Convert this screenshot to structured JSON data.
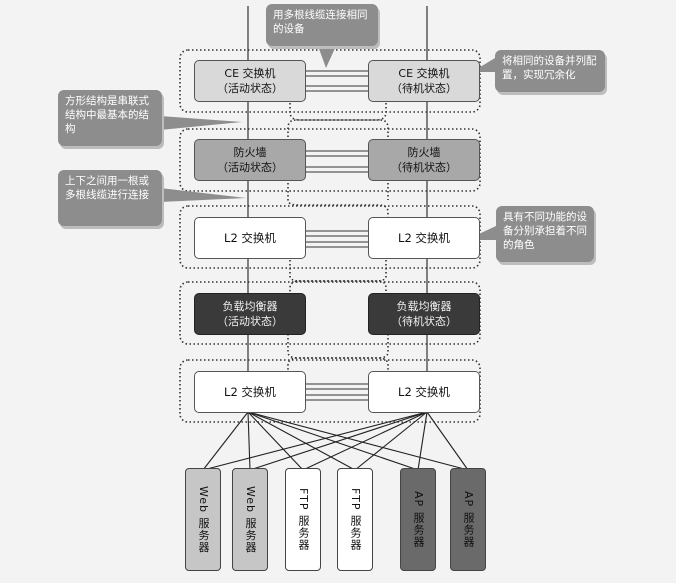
{
  "callouts": {
    "top": "用多根线缆连接相同的设备",
    "right_top": "将相同的设备并列配置，实现冗余化",
    "left_top": "方形结构是串联式结构中最基本的结构",
    "left_mid": "上下之间用一根或多根线缆进行连接",
    "right_mid": "具有不同功能的设备分别承担着不同的角色"
  },
  "layers": [
    {
      "left": {
        "name": "CE 交换机",
        "state": "（活动状态）"
      },
      "right": {
        "name": "CE 交换机",
        "state": "（待机状态）"
      }
    },
    {
      "left": {
        "name": "防火墙",
        "state": "（活动状态）"
      },
      "right": {
        "name": "防火墙",
        "state": "（待机状态）"
      }
    },
    {
      "left": {
        "name": "L2 交换机"
      },
      "right": {
        "name": "L2 交换机"
      }
    },
    {
      "left": {
        "name": "负载均衡器",
        "state": "（活动状态）"
      },
      "right": {
        "name": "负载均衡器",
        "state": "（待机状态）"
      }
    },
    {
      "left": {
        "name": "L2 交换机"
      },
      "right": {
        "name": "L2 交换机"
      }
    }
  ],
  "servers": [
    {
      "label": "Web 服务器"
    },
    {
      "label": "Web 服务器"
    },
    {
      "label": "FTP 服务器"
    },
    {
      "label": "FTP 服务器"
    },
    {
      "label": "AP 服务器"
    },
    {
      "label": "AP 服务器"
    }
  ],
  "colors": {
    "callout": "#8d8d8d",
    "light": "#d9d9d9",
    "mid": "#a8a8a8",
    "dark": "#3a3a3a",
    "white": "#ffffff"
  }
}
